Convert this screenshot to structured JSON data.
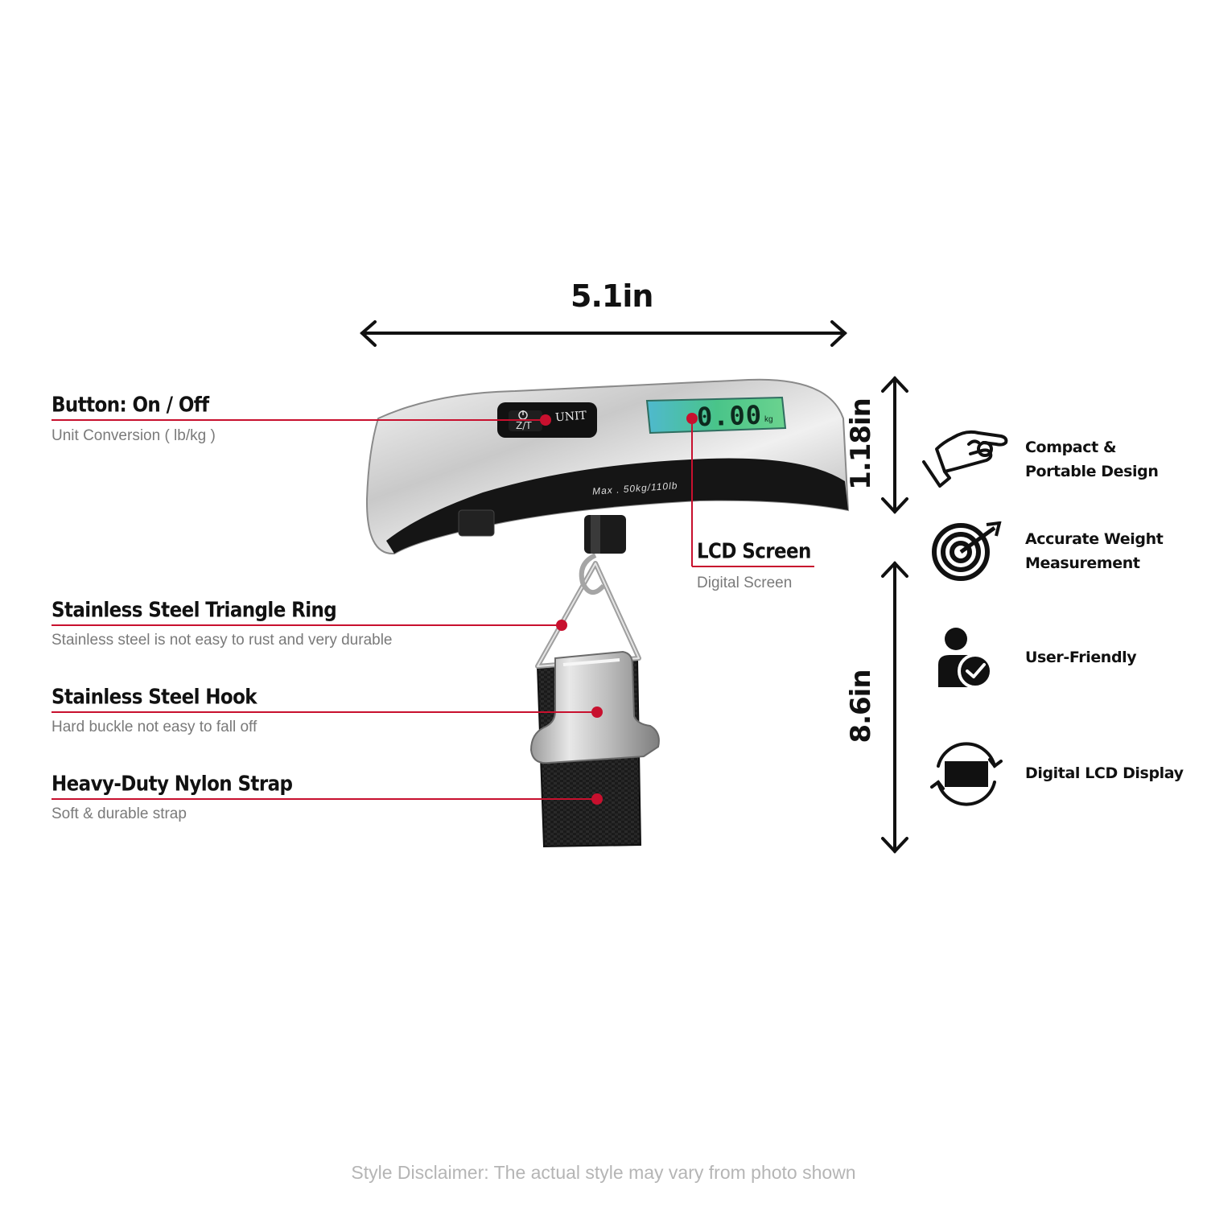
{
  "dimensions": {
    "width": "5.1in",
    "height_body": "1.18in",
    "height_total": "8.6in"
  },
  "device": {
    "display_reading": "0.00",
    "display_unit": "kg",
    "button_label": "UNIT",
    "button_symbol": "Z/T",
    "capacity_text": "Max . 50kg/110lb"
  },
  "callouts": {
    "button": {
      "title": "Button: On / Off",
      "subtitle": "Unit Conversion ( lb/kg )"
    },
    "lcd": {
      "title": "LCD Screen",
      "subtitle": "Digital Screen"
    },
    "ring": {
      "title": "Stainless Steel Triangle Ring",
      "subtitle": "Stainless steel is not easy to rust and very durable"
    },
    "hook": {
      "title": "Stainless Steel Hook",
      "subtitle": "Hard buckle not easy to fall off"
    },
    "strap": {
      "title": "Heavy-Duty Nylon Strap",
      "subtitle": "Soft & durable strap"
    }
  },
  "features": [
    {
      "icon": "hand-holding-icon",
      "line1": "Compact &",
      "line2": "Portable Design"
    },
    {
      "icon": "target-icon",
      "line1": "Accurate Weight",
      "line2": "Measurement"
    },
    {
      "icon": "user-check-icon",
      "line1": "User-Friendly",
      "line2": ""
    },
    {
      "icon": "display-rotate-icon",
      "line1": "Digital LCD Display",
      "line2": ""
    }
  ],
  "colors": {
    "accent": "#c8102e",
    "lcd_green": "#3fc47e",
    "text_dark": "#111111",
    "text_gray": "#7a7a7a"
  },
  "disclaimer": "Style Disclaimer: The actual style may vary from photo shown"
}
